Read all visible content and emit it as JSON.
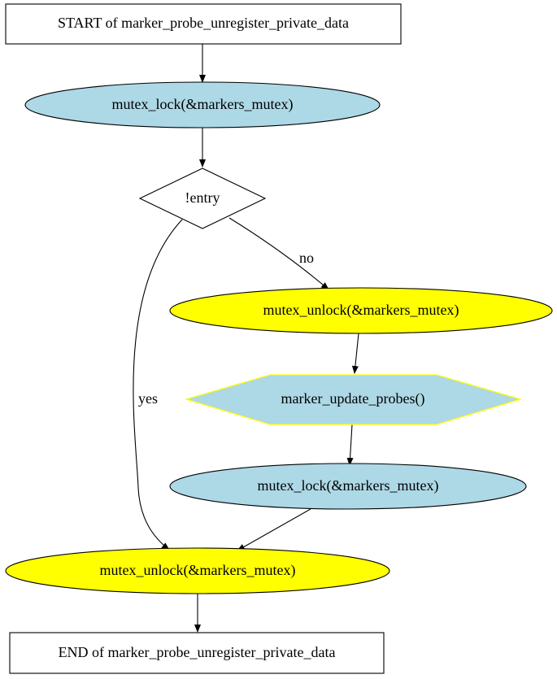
{
  "nodes": {
    "start": {
      "label": "START of marker_probe_unregister_private_data",
      "fill": "#ffffff",
      "stroke": "#000000"
    },
    "lock1": {
      "label": "mutex_lock(&markers_mutex)",
      "fill": "#add8e6",
      "stroke": "#000000"
    },
    "decision": {
      "label": "!entry",
      "fill": "#ffffff",
      "stroke": "#000000"
    },
    "unlock1": {
      "label": "mutex_unlock(&markers_mutex)",
      "fill": "#ffff00",
      "stroke": "#000000"
    },
    "update": {
      "label": "marker_update_probes()",
      "fill": "#add8e6",
      "stroke": "#ffff00"
    },
    "lock2": {
      "label": "mutex_lock(&markers_mutex)",
      "fill": "#add8e6",
      "stroke": "#000000"
    },
    "unlock2": {
      "label": "mutex_unlock(&markers_mutex)",
      "fill": "#ffff00",
      "stroke": "#000000"
    },
    "end": {
      "label": "END of marker_probe_unregister_private_data",
      "fill": "#ffffff",
      "stroke": "#000000"
    }
  },
  "edges": {
    "no_label": "no",
    "yes_label": "yes"
  }
}
